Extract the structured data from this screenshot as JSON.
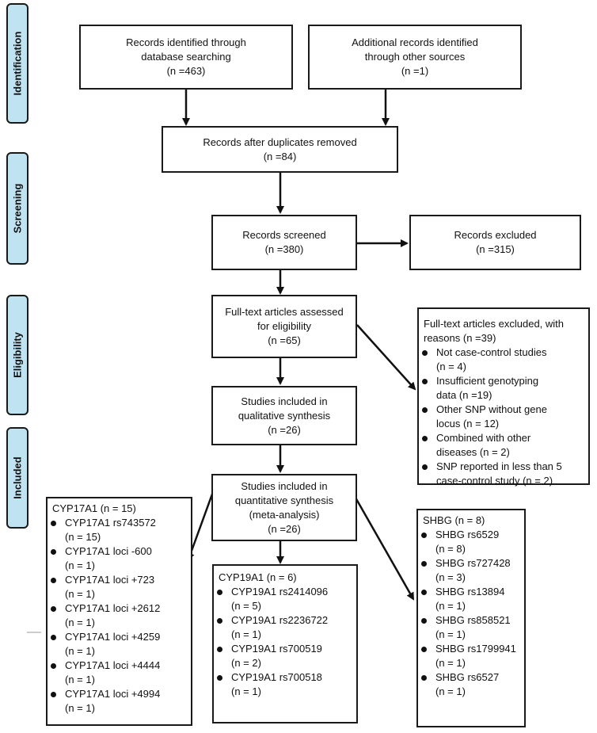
{
  "stages": {
    "identification": "Identification",
    "screening": "Screening",
    "eligibility": "Eligibility",
    "included": "Included"
  },
  "boxes": {
    "database_search": [
      "Records identified through",
      "database searching",
      "(n =463)"
    ],
    "other_sources": [
      "Additional records identified",
      "through other sources",
      "(n =1)"
    ],
    "after_duplicates": [
      "Records after duplicates removed",
      "(n =84)"
    ],
    "screened": [
      "Records screened",
      "(n =380)"
    ],
    "excluded": [
      "Records excluded",
      "(n =315)"
    ],
    "fulltext_assessed": [
      "Full-text articles assessed",
      "for eligibility",
      "(n =65)"
    ],
    "qualitative": [
      "Studies included in",
      "qualitative synthesis",
      "(n =26)"
    ],
    "quantitative": [
      "Studies included in",
      "quantitative synthesis",
      "(meta-analysis)",
      "(n =26)"
    ]
  },
  "fulltext_excluded": {
    "header": [
      "Full-text articles excluded, with",
      "reasons (n =39)"
    ],
    "items": [
      [
        "Not case-control studies",
        "(n = 4)"
      ],
      [
        "Insufficient genotyping",
        "data (n =19)"
      ],
      [
        "Other SNP without gene",
        "locus (n = 12)"
      ],
      [
        "Combined with other",
        "diseases (n = 2)"
      ],
      [
        "SNP reported in less than 5",
        "case-control study (n = 2)"
      ]
    ]
  },
  "cyp17a1": {
    "header": "CYP17A1  (n = 15)",
    "items": [
      [
        "CYP17A1 rs743572",
        "(n = 15)"
      ],
      [
        "CYP17A1 loci -600",
        "(n = 1)"
      ],
      [
        "CYP17A1 loci +723",
        "(n = 1)"
      ],
      [
        "CYP17A1 loci +2612",
        "(n = 1)"
      ],
      [
        "CYP17A1 loci +4259",
        "(n = 1)"
      ],
      [
        "CYP17A1 loci +4444",
        "(n = 1)"
      ],
      [
        "CYP17A1 loci +4994",
        "(n = 1)"
      ]
    ]
  },
  "cyp19a1": {
    "header": "CYP19A1  (n = 6)",
    "items": [
      [
        "CYP19A1 rs2414096",
        "(n = 5)"
      ],
      [
        "CYP19A1 rs2236722",
        "(n = 1)"
      ],
      [
        "CYP19A1 rs700519",
        "(n = 2)"
      ],
      [
        "CYP19A1 rs700518",
        "(n = 1)"
      ]
    ]
  },
  "shbg": {
    "header": "SHBG  (n = 8)",
    "items": [
      [
        "SHBG rs6529",
        "(n = 8)"
      ],
      [
        "SHBG rs727428",
        "(n = 3)"
      ],
      [
        "SHBG rs13894",
        "(n = 1)"
      ],
      [
        "SHBG rs858521",
        "(n = 1)"
      ],
      [
        "SHBG rs1799941",
        "(n = 1)"
      ],
      [
        "SHBG rs6527",
        "(n = 1)"
      ]
    ]
  }
}
